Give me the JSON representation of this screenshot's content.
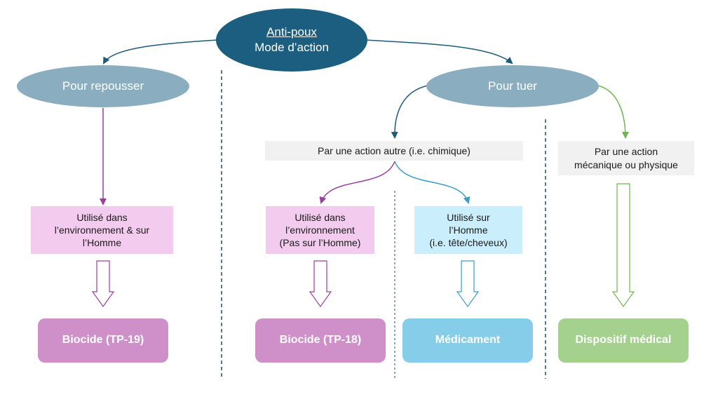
{
  "root": {
    "title": "Anti-poux",
    "subtitle": "Mode d’action"
  },
  "branches": {
    "repel": "Pour repousser",
    "kill": "Pour tuer"
  },
  "methods": {
    "chemical": "Par une action autre (i.e. chimique)",
    "mechanical_line1": "Par une action",
    "mechanical_line2": "mécanique ou physique"
  },
  "uses": {
    "env_and_human": [
      "Utilisé dans",
      "l’environnement & sur",
      "l’Homme"
    ],
    "env_only": [
      "Utilisé dans",
      "l’environnement",
      "(Pas sur l’Homme)"
    ],
    "human": [
      "Utilisé sur",
      "l’Homme",
      "(i.e. tête/cheveux)"
    ]
  },
  "results": {
    "biocide_tp19": "Biocide (TP-19)",
    "biocide_tp18": "Biocide (TP-18)",
    "medicament": "Médicament",
    "dispositif": "Dispositif médical"
  },
  "colors": {
    "root": "#1b5e80",
    "level1": "#8aaec0",
    "purple_arrow": "#9b3f9e",
    "blue_arrow": "#3a9cc6",
    "green_arrow": "#6fb64f",
    "divider": "#1f4e68"
  }
}
